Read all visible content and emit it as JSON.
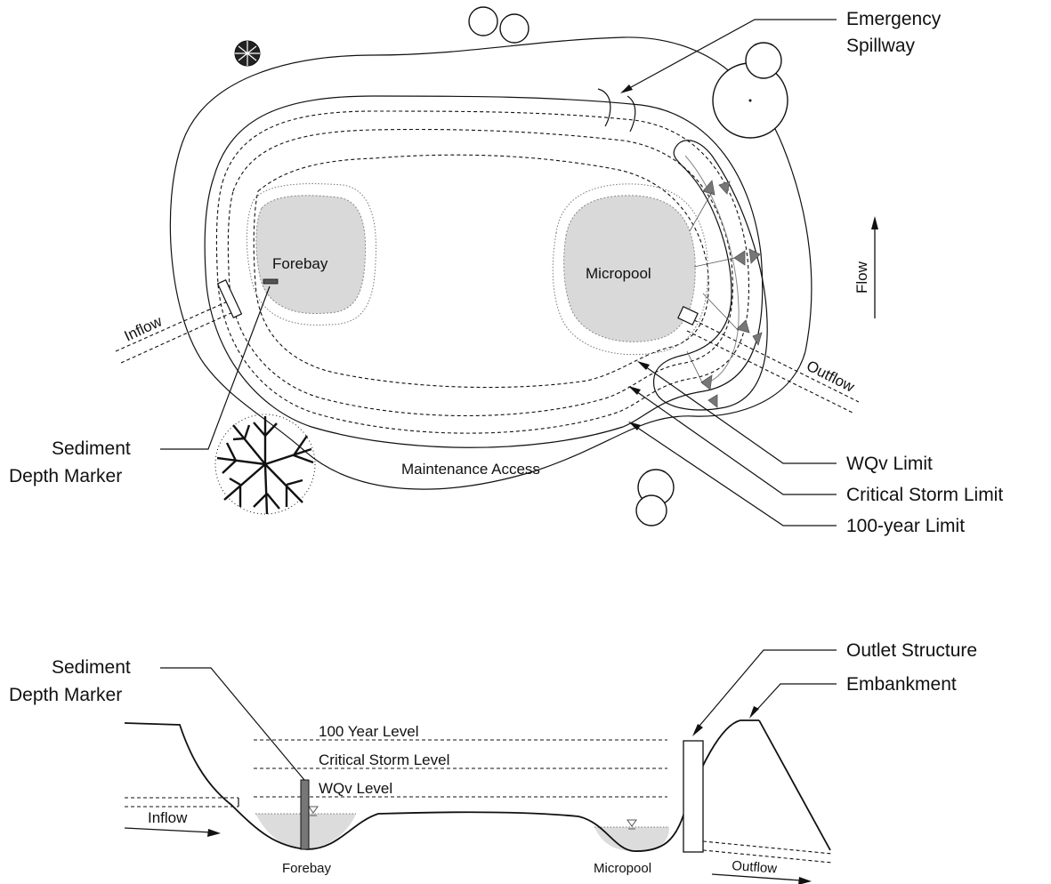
{
  "plan_view": {
    "labels": {
      "emergency_spillway": [
        "Emergency",
        "Spillway"
      ],
      "forebay": "Forebay",
      "micropool": "Micropool",
      "flow": "Flow",
      "inflow": "Inflow",
      "outflow": "Outflow",
      "sediment_depth_marker": [
        "Sediment",
        "Depth Marker"
      ],
      "maintenance_access": "Maintenance Access",
      "wqv_limit": "WQv Limit",
      "critical_storm_limit": "Critical Storm Limit",
      "hundred_year_limit": "100-year Limit"
    }
  },
  "profile_view": {
    "labels": {
      "sediment_depth_marker": [
        "Sediment",
        "Depth Marker"
      ],
      "outlet_structure": "Outlet Structure",
      "embankment": "Embankment",
      "hundred_year_level": "100 Year Level",
      "critical_storm_level": "Critical Storm Level",
      "wqv_level": "WQv Level",
      "inflow": "Inflow",
      "forebay": "Forebay",
      "micropool": "Micropool",
      "outflow": "Outflow"
    }
  },
  "colors": {
    "line": "#111111",
    "pool_fill": "#d9d9d9",
    "outlet_marker": "#777777"
  }
}
